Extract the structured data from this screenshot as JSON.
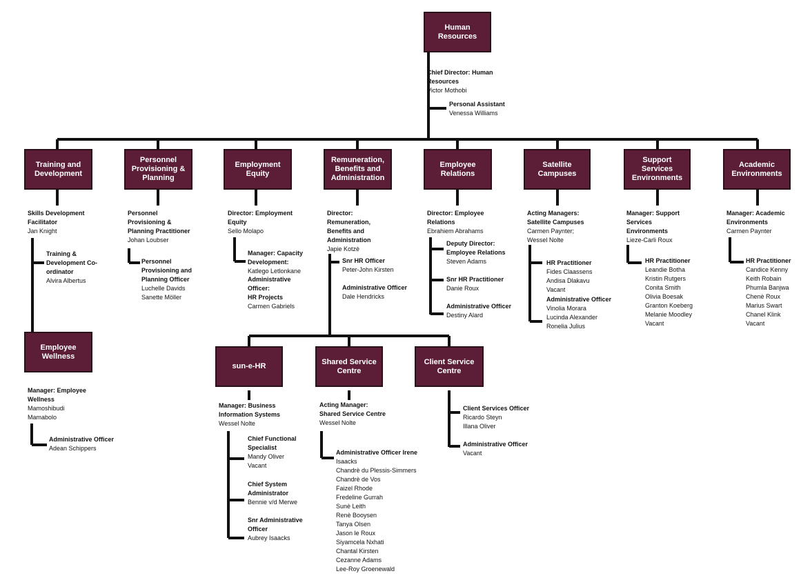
{
  "top": {
    "title": [
      "Human",
      "Resources"
    ],
    "chief": {
      "title": [
        "Chief Director: Human",
        "Resources"
      ],
      "name": "Victor Mothobi"
    },
    "assistant": {
      "title": "Personal Assistant",
      "name": "Venessa Williams"
    }
  },
  "departments": {
    "training": {
      "title": [
        "Training and",
        "Development"
      ],
      "manager": {
        "title": [
          "Skills Development",
          "Facilitator"
        ],
        "name": "Jan Knight"
      },
      "sub": {
        "title": [
          "Training &",
          "Development Co-",
          "ordinator"
        ],
        "name": "Alvira Albertus"
      }
    },
    "wellness": {
      "title": [
        "Employee",
        "Wellness"
      ],
      "manager": {
        "title": [
          "Manager: Employee",
          "Wellness"
        ],
        "names": [
          "Mamoshibudi",
          "Mamabolo"
        ]
      },
      "sub": {
        "title": "Administrative Officer",
        "name": "Adean Schippers"
      }
    },
    "personnel": {
      "title": [
        "Personnel",
        "Provisioning &",
        "Planning"
      ],
      "manager": {
        "title": [
          "Personnel",
          "Provisioning &",
          "Planning Practitioner"
        ],
        "name": "Johan Loubser"
      },
      "sub": {
        "title": [
          "Personnel",
          "Provisioning and",
          "Planning Officer"
        ],
        "names": [
          "Luchelle Davids",
          "Sanette Möller"
        ]
      }
    },
    "equity": {
      "title": [
        "Employment",
        "Equity"
      ],
      "manager": {
        "title": [
          "Director: Employment",
          "Equity"
        ],
        "name": "Sello Molapo"
      },
      "sub1": {
        "title": [
          "Manager: Capacity",
          "Development:"
        ],
        "name": "Katlego Letlonkane"
      },
      "sub2": {
        "title": [
          "Administrative",
          "Officer:",
          "HR Projects"
        ],
        "name": "Carmen Gabriels"
      }
    },
    "remuneration": {
      "title": [
        "Remuneration,",
        "Benefits and",
        "Administration"
      ],
      "manager": {
        "title": [
          "Director:",
          "Remuneration,",
          "Benefits and",
          "Administration"
        ],
        "name": "Japie Kotzè"
      },
      "sub1": {
        "title": "Snr HR Officer",
        "name": "Peter-John Kirsten"
      },
      "sub2": {
        "title": "Administrative Officer",
        "name": "Dale Hendricks"
      }
    },
    "relations": {
      "title": [
        "Employee",
        "Relations"
      ],
      "manager": {
        "title": [
          "Director: Employee",
          "Relations"
        ],
        "name": "Ebrahiem Abrahams"
      },
      "sub1": {
        "title": [
          "Deputy Director:",
          "Employee Relations"
        ],
        "name": "Steven Adams"
      },
      "sub2": {
        "title": "Snr HR Practitioner",
        "name": "Danie Roux"
      },
      "sub3": {
        "title": "Administrative Officer",
        "name": "Destiny Alard"
      }
    },
    "satellite": {
      "title": [
        "Satellite",
        "Campuses"
      ],
      "manager": {
        "title": [
          "Acting Managers:",
          "Satellite Campuses"
        ],
        "names": [
          "Carmen Paynter;",
          "Wessel Nolte"
        ]
      },
      "sub1": {
        "title": "HR Practitioner",
        "names": [
          "Fides Claassens",
          "Andisa Dlakavu",
          "Vacant"
        ]
      },
      "sub2": {
        "title": "Administrative Officer",
        "names": [
          "Vinolia Morara",
          "Lucinda Alexander",
          "Ronelia Julius"
        ]
      }
    },
    "support": {
      "title": [
        "Support Services",
        "Environments"
      ],
      "manager": {
        "title": [
          "Manager: Support",
          "Services",
          "Environments"
        ],
        "name": "Lieze-Carli Roux"
      },
      "sub": {
        "title": "HR Practitioner",
        "names": [
          "Leandie Botha",
          "Kristin Rutgers",
          "Conita Smith",
          "Olivia Boesak",
          "Granton Koeberg",
          "Melanie Moodley",
          "Vacant"
        ]
      }
    },
    "academic": {
      "title": [
        "Academic",
        "Environments"
      ],
      "manager": {
        "title": [
          "Manager: Academic",
          "Environments"
        ],
        "name": "Carmen Paynter"
      },
      "sub": {
        "title": "HR Practitioner",
        "names": [
          "Candice Kenny",
          "Keith Robain",
          "Phumla Banjwa",
          "Chenè Roux",
          "Marius Swart",
          "Chanel Klink",
          "Vacant"
        ]
      }
    },
    "sunehr": {
      "title": [
        "sun-e-HR"
      ],
      "manager": {
        "title": [
          "Manager: Business",
          "Information Systems"
        ],
        "name": "Wessel Nolte"
      },
      "sub1": {
        "title": [
          "Chief Functional",
          "Specialist"
        ],
        "names": [
          "Mandy Oliver",
          "Vacant"
        ]
      },
      "sub2": {
        "title": [
          "Chief System",
          "Administrator"
        ],
        "name": "Bennie v/d Merwe"
      },
      "sub3": {
        "title": [
          "Snr Administrative",
          "Officer"
        ],
        "name": "Aubrey Isaacks"
      }
    },
    "shared": {
      "title": [
        "Shared Service",
        "Centre"
      ],
      "manager": {
        "title": [
          "Acting Manager:",
          "Shared Service Centre"
        ],
        "name": "Wessel Nolte"
      },
      "sub": {
        "title": "Administrative Officer Irene",
        "names": [
          "Isaacks",
          "Chandrè du Plessis-Simmers",
          "Chandrè de Vos",
          "Faizel Rhode",
          "Fredeline Gurrah",
          "Sunè Leith",
          "Renè Booysen",
          "Tanya Olsen",
          "Jason le Roux",
          "Siyamcela Nxhati",
          "Chantal Kirsten",
          "Cezanne Adams",
          "Lee-Roy Groenewald"
        ]
      }
    },
    "client": {
      "title": [
        "Client Service",
        "Centre"
      ],
      "sub1": {
        "title": "Client Services Officer",
        "names": [
          "Ricardo Steyn",
          "Illana Oliver"
        ]
      },
      "sub2": {
        "title": "Administrative Officer",
        "name": "Vacant"
      }
    }
  }
}
